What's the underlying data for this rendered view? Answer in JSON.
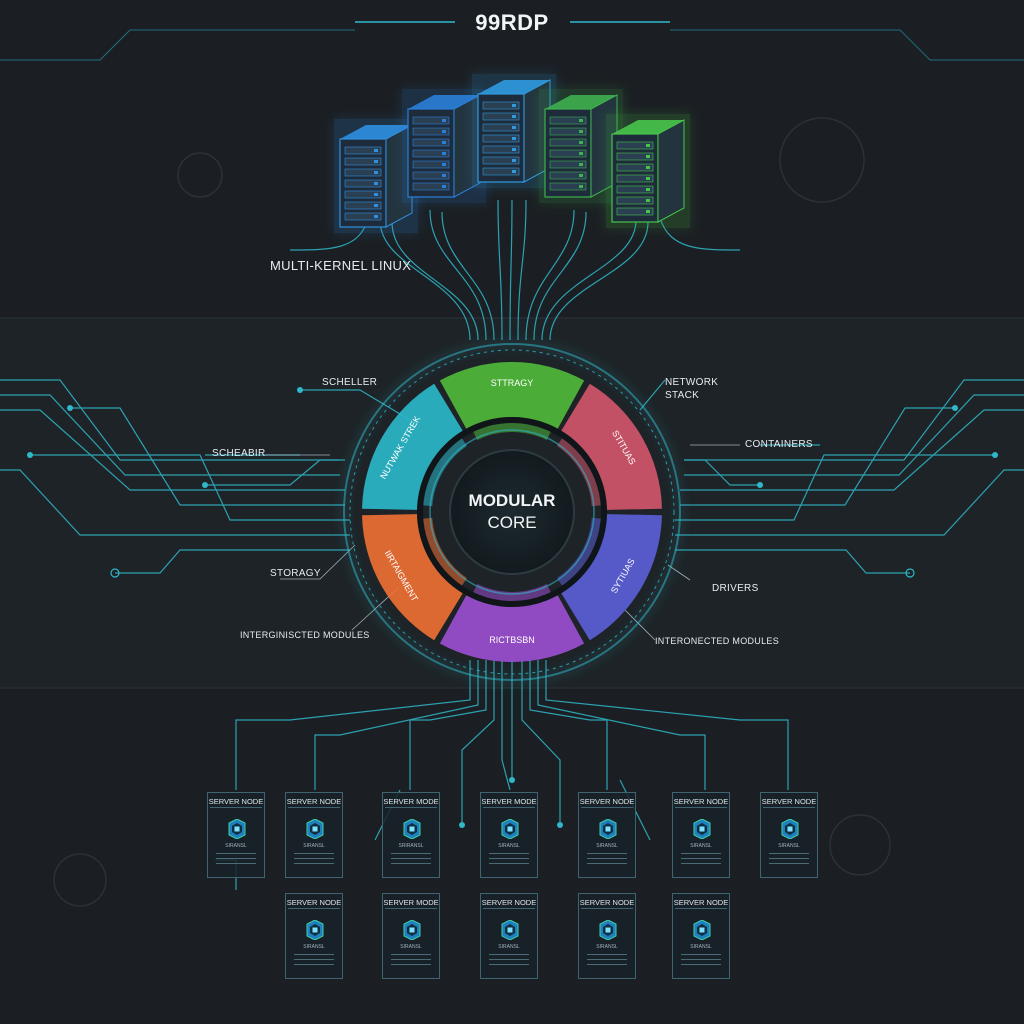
{
  "brand": "99RDP",
  "subtitle": "MULTI-KERNEL LINUX",
  "core": {
    "line1": "MODULAR",
    "line2": "CORE"
  },
  "ring_segments": [
    {
      "label": "STTRAGY",
      "color": "#4fb83a"
    },
    {
      "label": "STITUAS",
      "color": "#d0566b"
    },
    {
      "label": "SYTIUAS",
      "color": "#5a5fd6"
    },
    {
      "label": "RICTBSBN",
      "color": "#9a4fd0"
    },
    {
      "label": "IIRTAIGMENT",
      "color": "#ee7033"
    },
    {
      "label": "NUTWAK STREK",
      "color": "#2ab7c8"
    }
  ],
  "callouts": {
    "left": [
      {
        "text": "SCHELLER"
      },
      {
        "text": "SCHEABIR"
      },
      {
        "text": "STORAGY"
      },
      {
        "text": "INTERGINISCTED MODULES"
      }
    ],
    "right": [
      {
        "text": "NETWORK"
      },
      {
        "text": "STACK"
      },
      {
        "text": "CONTAINERS"
      },
      {
        "text": "DRIVERS"
      },
      {
        "text": "INTERONECTED MODULES"
      }
    ]
  },
  "server_racks": [
    {
      "color": "#2f8fe0"
    },
    {
      "color": "#2a7fd8"
    },
    {
      "color": "#2f9adf"
    },
    {
      "color": "#3eb04f"
    },
    {
      "color": "#47c44a"
    }
  ],
  "server_nodes": {
    "row1": [
      {
        "label": "SERVER NODE",
        "sub": "SIRANSL"
      },
      {
        "label": "SERVER NODE",
        "sub": "SIRANSL"
      },
      {
        "label": "SERVER MODE",
        "sub": "SRIRANSL"
      },
      {
        "label": "SERVER MODE",
        "sub": "SIRANSL"
      },
      {
        "label": "SERVER NODE",
        "sub": "SIRANSL"
      },
      {
        "label": "SERVER NODE",
        "sub": "SIRANSL"
      },
      {
        "label": "SERVER NODE",
        "sub": "SIRANSL"
      }
    ],
    "row2": [
      {
        "label": "SERVER NODE",
        "sub": "SIRANSL"
      },
      {
        "label": "SERVER MODE",
        "sub": "SIRANSL"
      },
      {
        "label": "SERVER NODE",
        "sub": "SIRANSL"
      },
      {
        "label": "SERVER NODE",
        "sub": "SIRANSL"
      },
      {
        "label": "SERVER NODE",
        "sub": "SIRANSL"
      }
    ]
  },
  "colors": {
    "background": "#1b1f23",
    "trace": "#2fb8c9",
    "trace_dim": "#1f6f7c",
    "text": "#e6ecef"
  }
}
